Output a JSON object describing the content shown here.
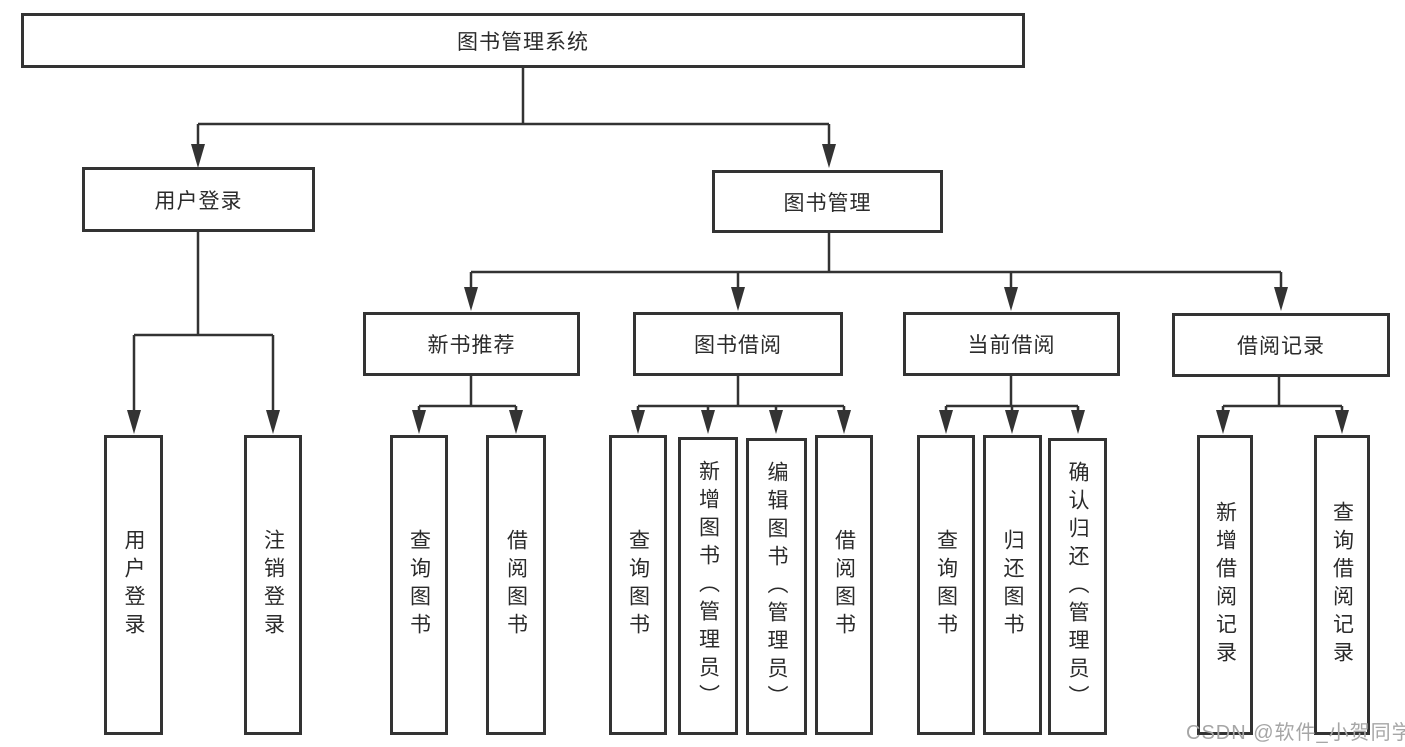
{
  "tree": {
    "root": "图书管理系统",
    "branches": [
      {
        "label": "用户登录",
        "children": [
          "用户登录",
          "注销登录"
        ]
      },
      {
        "label": "图书管理",
        "sections": [
          {
            "label": "新书推荐",
            "children": [
              "查询图书",
              "借阅图书"
            ]
          },
          {
            "label": "图书借阅",
            "children": [
              "查询图书",
              "新增图书（管理员）",
              "编辑图书（管理员）",
              "借阅图书"
            ]
          },
          {
            "label": "当前借阅",
            "children": [
              "查询图书",
              "归还图书",
              "确认归还（管理员）"
            ]
          },
          {
            "label": "借阅记录",
            "children": [
              "新增借阅记录",
              "查询借阅记录"
            ]
          }
        ]
      }
    ]
  },
  "watermark": "CSDN @软件_小贺同学",
  "colors": {
    "line": "#333333",
    "text": "#2b2b2b",
    "watermark": "#a6a6a6",
    "background": "#ffffff"
  }
}
